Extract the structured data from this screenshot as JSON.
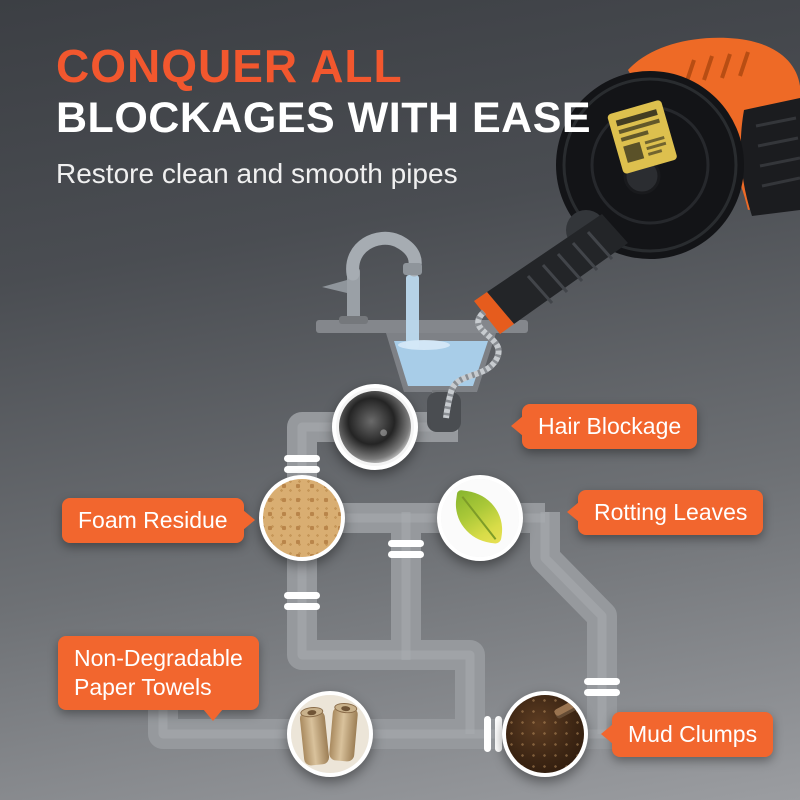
{
  "header": {
    "title_line1": "CONQUER ALL",
    "title_line2": "BLOCKAGES WITH EASE",
    "subtitle": "Restore clean and smooth pipes"
  },
  "callouts": {
    "hair": {
      "label": "Hair Blockage"
    },
    "foam": {
      "label": "Foam Residue"
    },
    "leaves": {
      "label": "Rotting Leaves"
    },
    "paper": {
      "line1": "Non-Degradable",
      "line2": "Paper Towels"
    },
    "mud": {
      "label": "Mud Clumps"
    }
  },
  "colors": {
    "accent_orange": "#F2572E",
    "callout_orange": "#F2662E",
    "pipe_gray": "#96999D",
    "water_blue": "#BCD9EE",
    "machine_orange": "#EE6A26",
    "background_top": "#3C3F44",
    "background_bottom": "#9B9DA1"
  },
  "icons": {
    "machine": "drain-cleaning-machine",
    "faucet": "faucet-with-running-water",
    "sink": "sink-basin",
    "cable": "drain-auger-cable",
    "blockage_photos": [
      "hair-clog",
      "foam-sponge",
      "rotting-leaf",
      "paper-towel-rolls",
      "mud-clump"
    ]
  }
}
